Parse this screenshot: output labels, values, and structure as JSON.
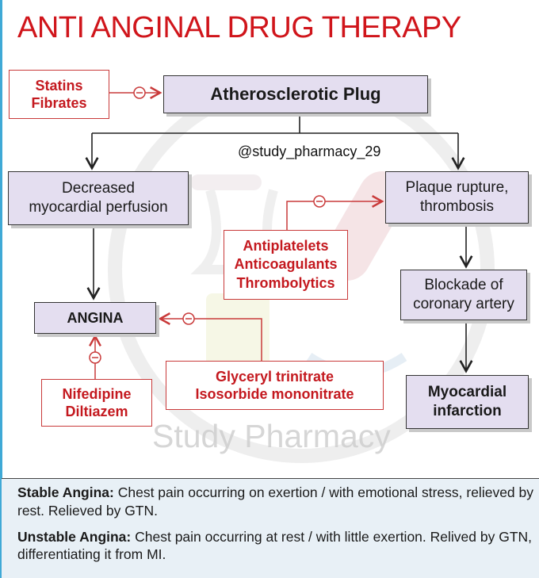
{
  "title": "ANTI ANGINAL DRUG THERAPY",
  "handle": "@study_pharmacy_29",
  "watermark": "Study Pharmacy",
  "boxes": {
    "statins": "Statins\nFibrates",
    "plug": "Atherosclerotic Plug",
    "decreased": "Decreased\nmyocardial perfusion",
    "rupture": "Plaque rupture,\nthrombosis",
    "antiplatelets": "Antiplatelets\nAnticoagulants\nThrombolytics",
    "blockade": "Blockade of\ncoronary artery",
    "angina": "ANGINA",
    "gtn": "Glyceryl trinitrate\nIsosorbide mononitrate",
    "nifedipine": "Nifedipine\nDiltiazem",
    "infarction": "Myocardial\ninfarction"
  },
  "notes": {
    "stable_term": "Stable Angina:",
    "stable_text": " Chest pain occurring on exertion / with emotional stress, relieved by rest. Relieved by GTN.",
    "unstable_term": "Unstable Angina:",
    "unstable_text": " Chest pain occurring at rest / with little exertion. Relived by GTN, differentiating it from MI."
  },
  "colors": {
    "title_red": "#d0151b",
    "purple_box": "#e4def0",
    "drug_red": "#c4191f",
    "panel_blue": "#e8f0f6",
    "frame_blue": "#3fa9d6"
  }
}
